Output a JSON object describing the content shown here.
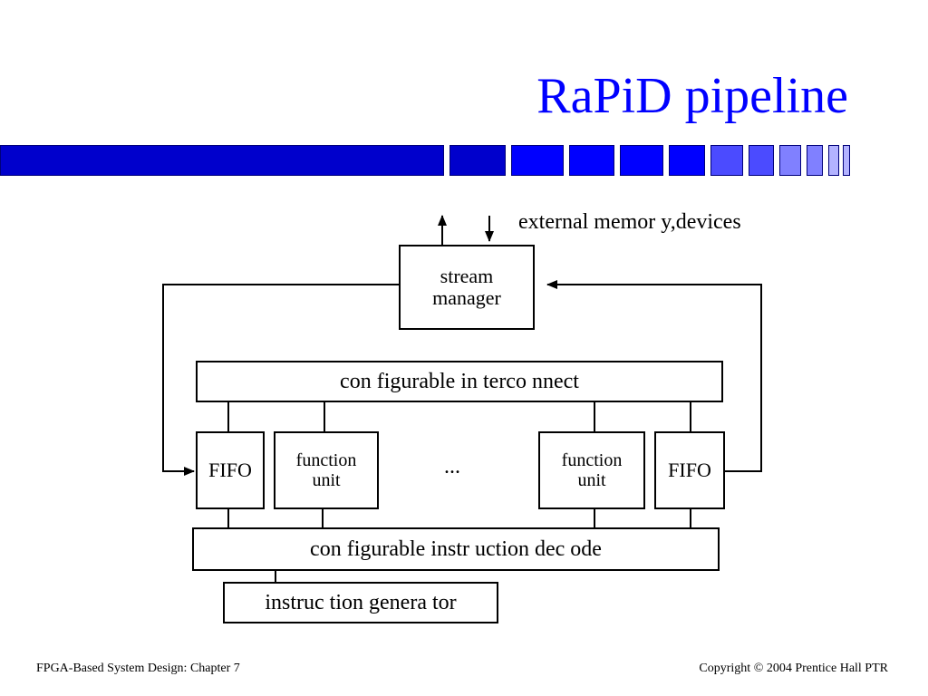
{
  "slide": {
    "title": "RaPiD pipeline",
    "title_color": "#0000ff",
    "bar_colors": [
      "#0000cc",
      "#0000ff",
      "#4b4bff",
      "#8080ff",
      "#b3b3ff"
    ]
  },
  "diagram": {
    "external_label": "external memor y,devices",
    "stream_manager": "stream\nmanager",
    "interconnect": "con figurable in terco nnect",
    "fifo_left": "FIFO",
    "function_unit_1": "function\nunit",
    "ellipsis": "...",
    "function_unit_2": "function\nunit",
    "fifo_right": "FIFO",
    "instruction_decode": "con figurable instr uction dec ode",
    "instruction_generator": "instruc tion genera tor"
  },
  "footer": {
    "left": "FPGA-Based System Design: Chapter 7",
    "right": "Copyright © 2004 Prentice Hall PTR"
  }
}
